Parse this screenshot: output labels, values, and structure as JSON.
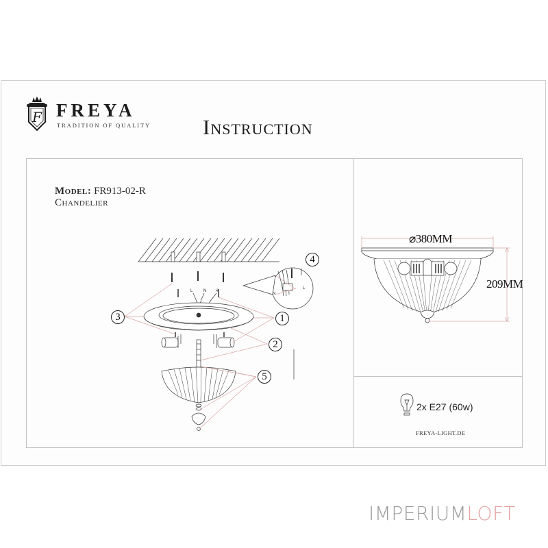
{
  "header": {
    "brand": {
      "name": "FREYA",
      "tagline": "TRADITION OF QUALITY",
      "monogram": "F",
      "logo_icon": "crowned-shield-icon"
    },
    "title": "Instruction"
  },
  "product": {
    "model_label": "Model:",
    "model_value": "FR913-02-R",
    "type": "Chandelier"
  },
  "assembly_diagram": {
    "callouts": [
      "1",
      "2",
      "3",
      "4",
      "5"
    ],
    "wiring_labels": {
      "live": "L",
      "neutral": "N",
      "ground": "⏚"
    },
    "leader_line_color": "#d9a5a5"
  },
  "dimensions": {
    "diameter": "⌀380MM",
    "height": "209MM"
  },
  "specs": {
    "bulb_icon": "light-bulb-icon",
    "bulb_spec": "2x E27 (60w)",
    "website": "FREYA-LIGHT.DE"
  },
  "watermark": {
    "part1": "IMPERIUM",
    "part2": "LOFT",
    "color_part1": "#9c9c9c",
    "color_part2": "#e4a3a3"
  }
}
